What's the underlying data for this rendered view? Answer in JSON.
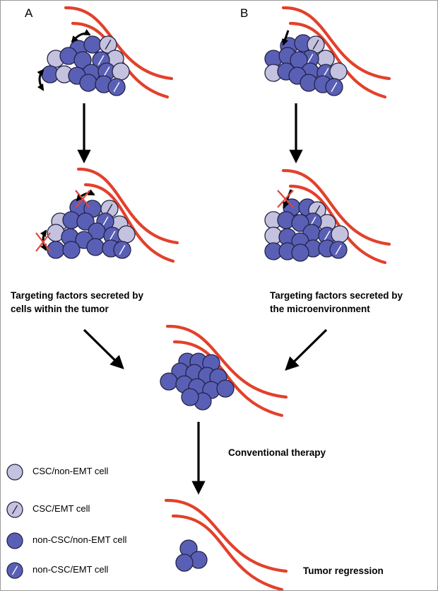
{
  "panels": {
    "a": "A",
    "b": "B"
  },
  "captions": {
    "left_line1": "Targeting factors secreted by",
    "left_line2": "cells within the tumor",
    "right_line1": "Targeting factors secreted by",
    "right_line2": "the microenvironment",
    "therapy": "Conventional therapy",
    "regression": "Tumor regression"
  },
  "legend": [
    {
      "label": "CSC/non-EMT cell",
      "type": "csc-non-emt"
    },
    {
      "label": "CSC/EMT cell",
      "type": "csc-emt"
    },
    {
      "label": "non-CSC/non-EMT cell",
      "type": "noncsc-non-emt"
    },
    {
      "label": "non-CSC/EMT cell",
      "type": "noncsc-emt"
    }
  ],
  "colors": {
    "csc_fill": "#c4c2de",
    "noncsc_fill": "#5a5fb6",
    "cell_stroke": "#232447",
    "vessel": "#e2412b",
    "arrow": "#000000",
    "block_x": "#e0443a"
  }
}
